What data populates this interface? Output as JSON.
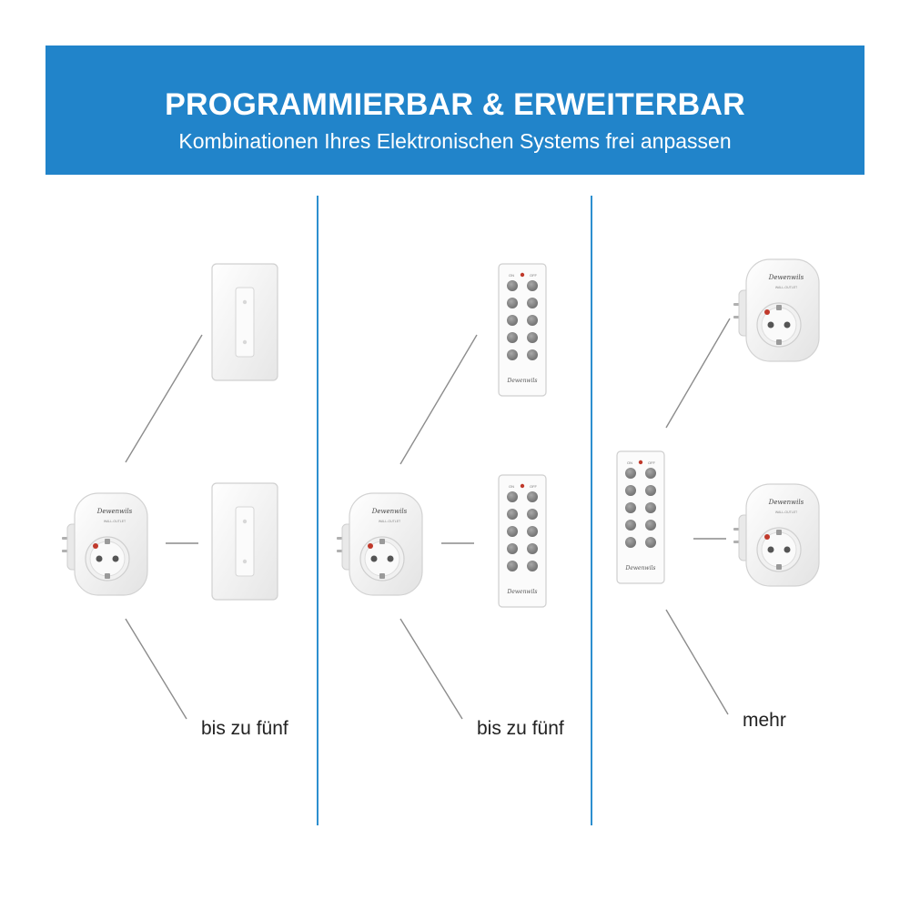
{
  "banner": {
    "title": "PROGRAMMIERBAR & ERWEITERBAR",
    "subtitle": "Kombinationen Ihres Elektronischen Systems frei anpassen",
    "background_color": "#2184ca"
  },
  "brand_label": "Dewenwils",
  "panels": [
    {
      "caption": "bis zu fünf",
      "devices": [
        "wall-switch",
        "wall-switch",
        "smart-plug"
      ]
    },
    {
      "caption": "bis zu fünf",
      "devices": [
        "remote-control",
        "remote-control",
        "smart-plug"
      ]
    },
    {
      "caption": "mehr",
      "devices": [
        "smart-plug",
        "smart-plug",
        "remote-control"
      ]
    }
  ],
  "divider_color": "#2d8fcf"
}
